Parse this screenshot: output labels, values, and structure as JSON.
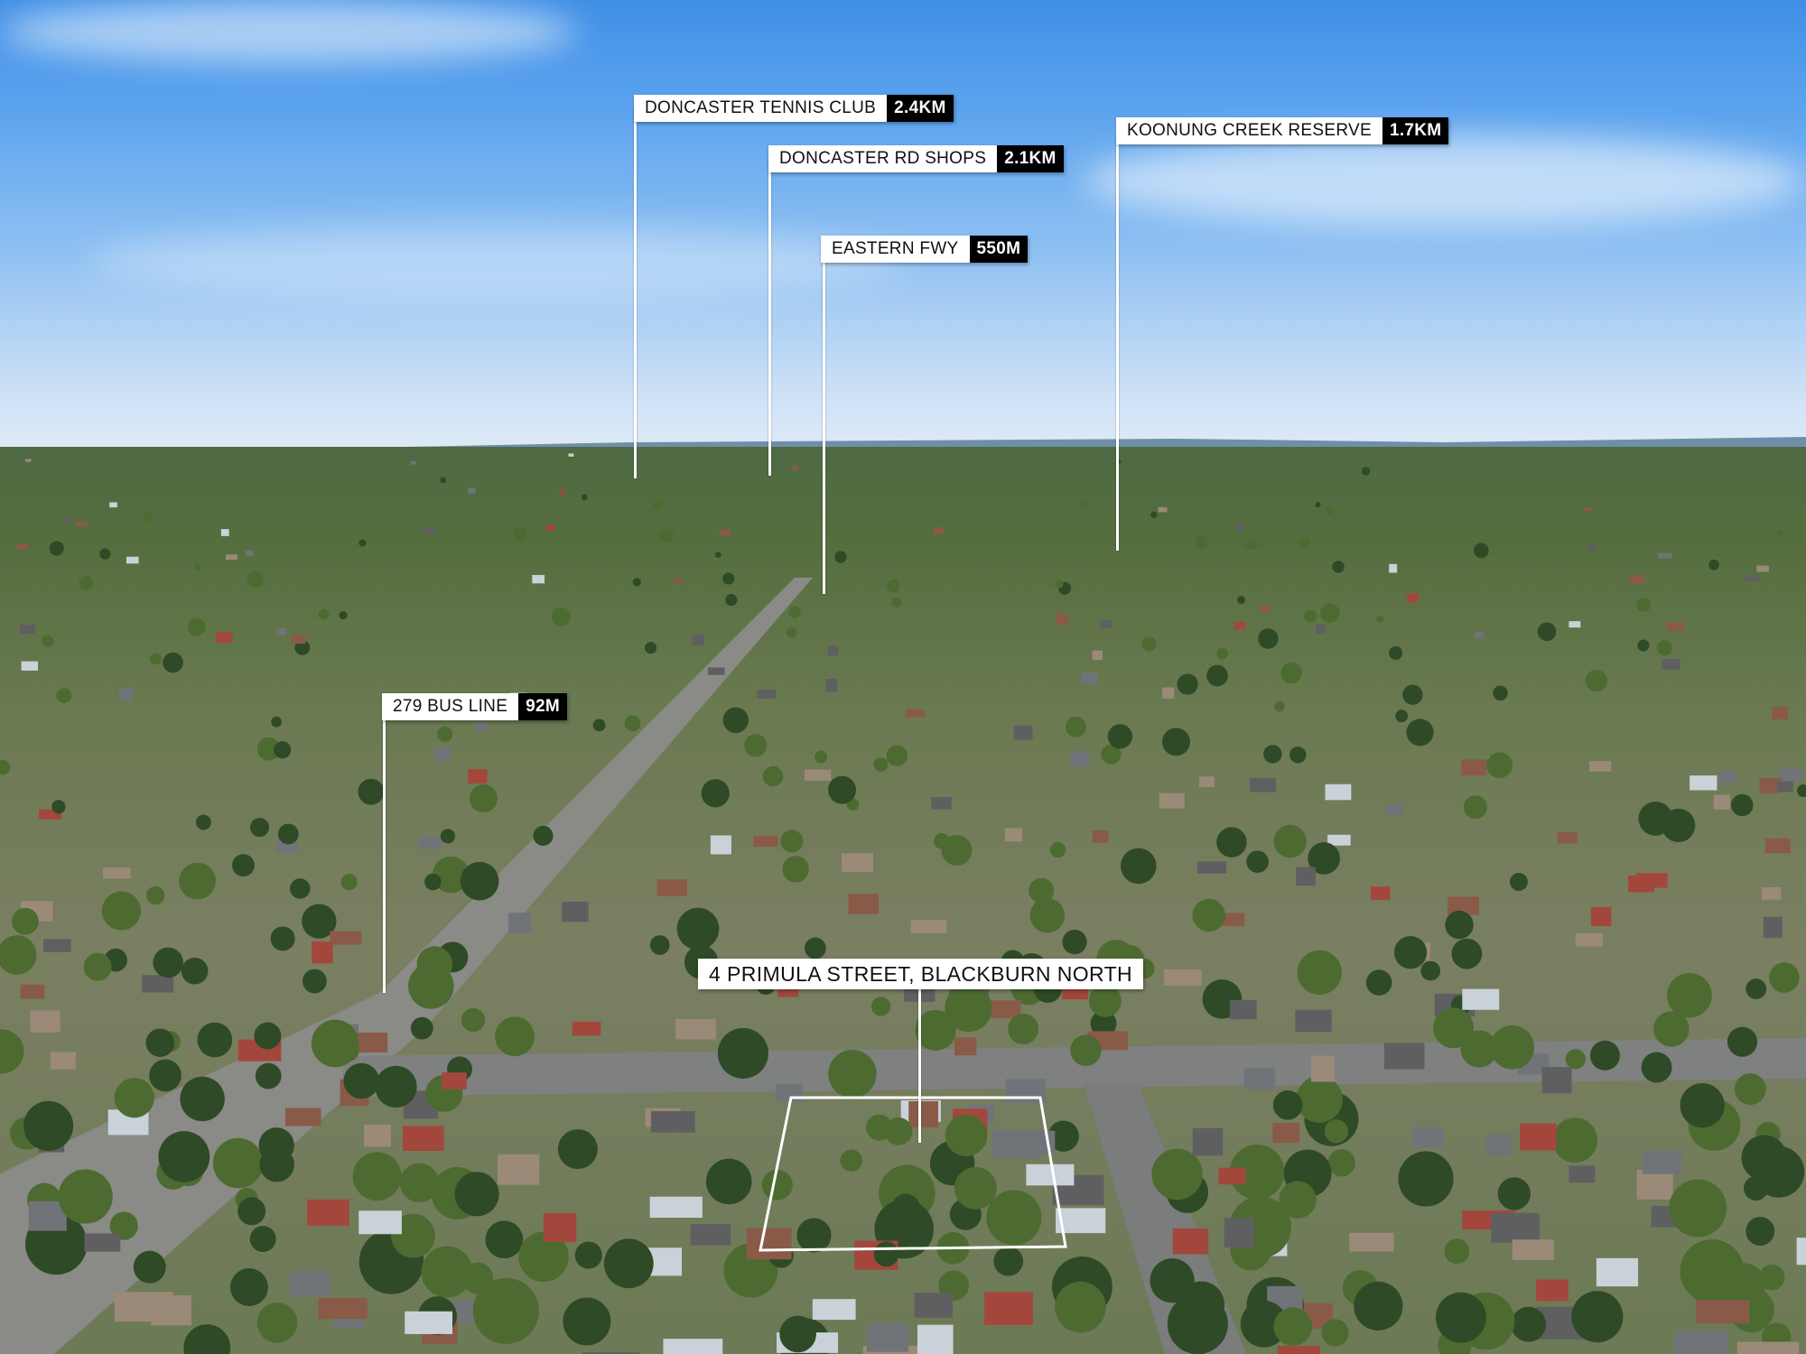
{
  "labels": [
    {
      "name": "DONCASTER TENNIS CLUB",
      "distance": "2.4KM"
    },
    {
      "name": "DONCASTER RD SHOPS",
      "distance": "2.1KM"
    },
    {
      "name": "EASTERN FWY",
      "distance": "550M"
    },
    {
      "name": "KOONUNG CREEK RESERVE",
      "distance": "1.7KM"
    },
    {
      "name": "279 BUS LINE",
      "distance": "92M"
    }
  ],
  "property": {
    "address": "4 PRIMULA STREET, BLACKBURN NORTH"
  }
}
